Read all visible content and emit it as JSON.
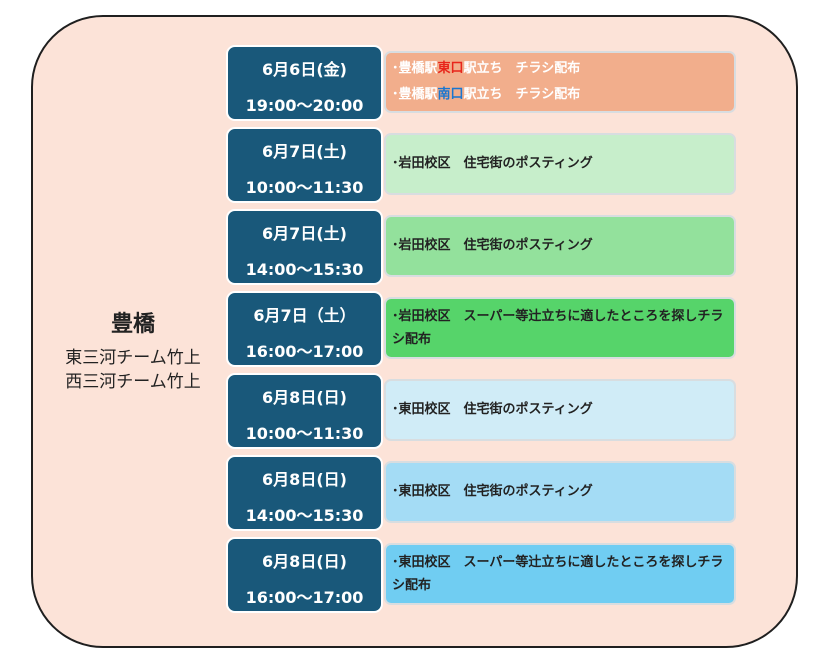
{
  "region": {
    "title": "豊橋",
    "teams": [
      "東三河チーム竹上",
      "西三河チーム竹上"
    ]
  },
  "colors": {
    "panel_bg": "#fce3d8",
    "date_box": "#19587a",
    "highlight_red": "#e8251b",
    "highlight_blue": "#1a76d0"
  },
  "schedule": [
    {
      "date": "6月6日(金)",
      "time": "19:00〜20:00",
      "bg": "#f2ae8c",
      "lines": [
        {
          "prefix": "･豊橋駅",
          "highlight": "東口",
          "suffix": "駅立ち　チラシ配布"
        },
        {
          "prefix": "･豊橋駅",
          "highlight": "南口",
          "suffix": "駅立ち　チラシ配布"
        }
      ]
    },
    {
      "date": "6月7日(土)",
      "time": "10:00〜11:30",
      "bg": "#c7eecb",
      "text": "･岩田校区　住宅街のポスティング"
    },
    {
      "date": "6月7日(土)",
      "time": "14:00〜15:30",
      "bg": "#93e19c",
      "text": "･岩田校区　住宅街のポスティング"
    },
    {
      "date": "6月7日（土）",
      "time": "16:00〜17:00",
      "bg": "#56d46a",
      "text": "･岩田校区　スーパー等辻立ちに適したところを探しチラシ配布"
    },
    {
      "date": "6月8日(日)",
      "time": "10:00〜11:30",
      "bg": "#d0ecf7",
      "text": "･東田校区　住宅街のポスティング"
    },
    {
      "date": "6月8日(日)",
      "time": "14:00〜15:30",
      "bg": "#a4dcf5",
      "text": "･東田校区　住宅街のポスティング"
    },
    {
      "date": "6月8日(日)",
      "time": "16:00〜17:00",
      "bg": "#70cdf2",
      "text": "･東田校区　スーパー等辻立ちに適したところを探しチラシ配布"
    }
  ]
}
